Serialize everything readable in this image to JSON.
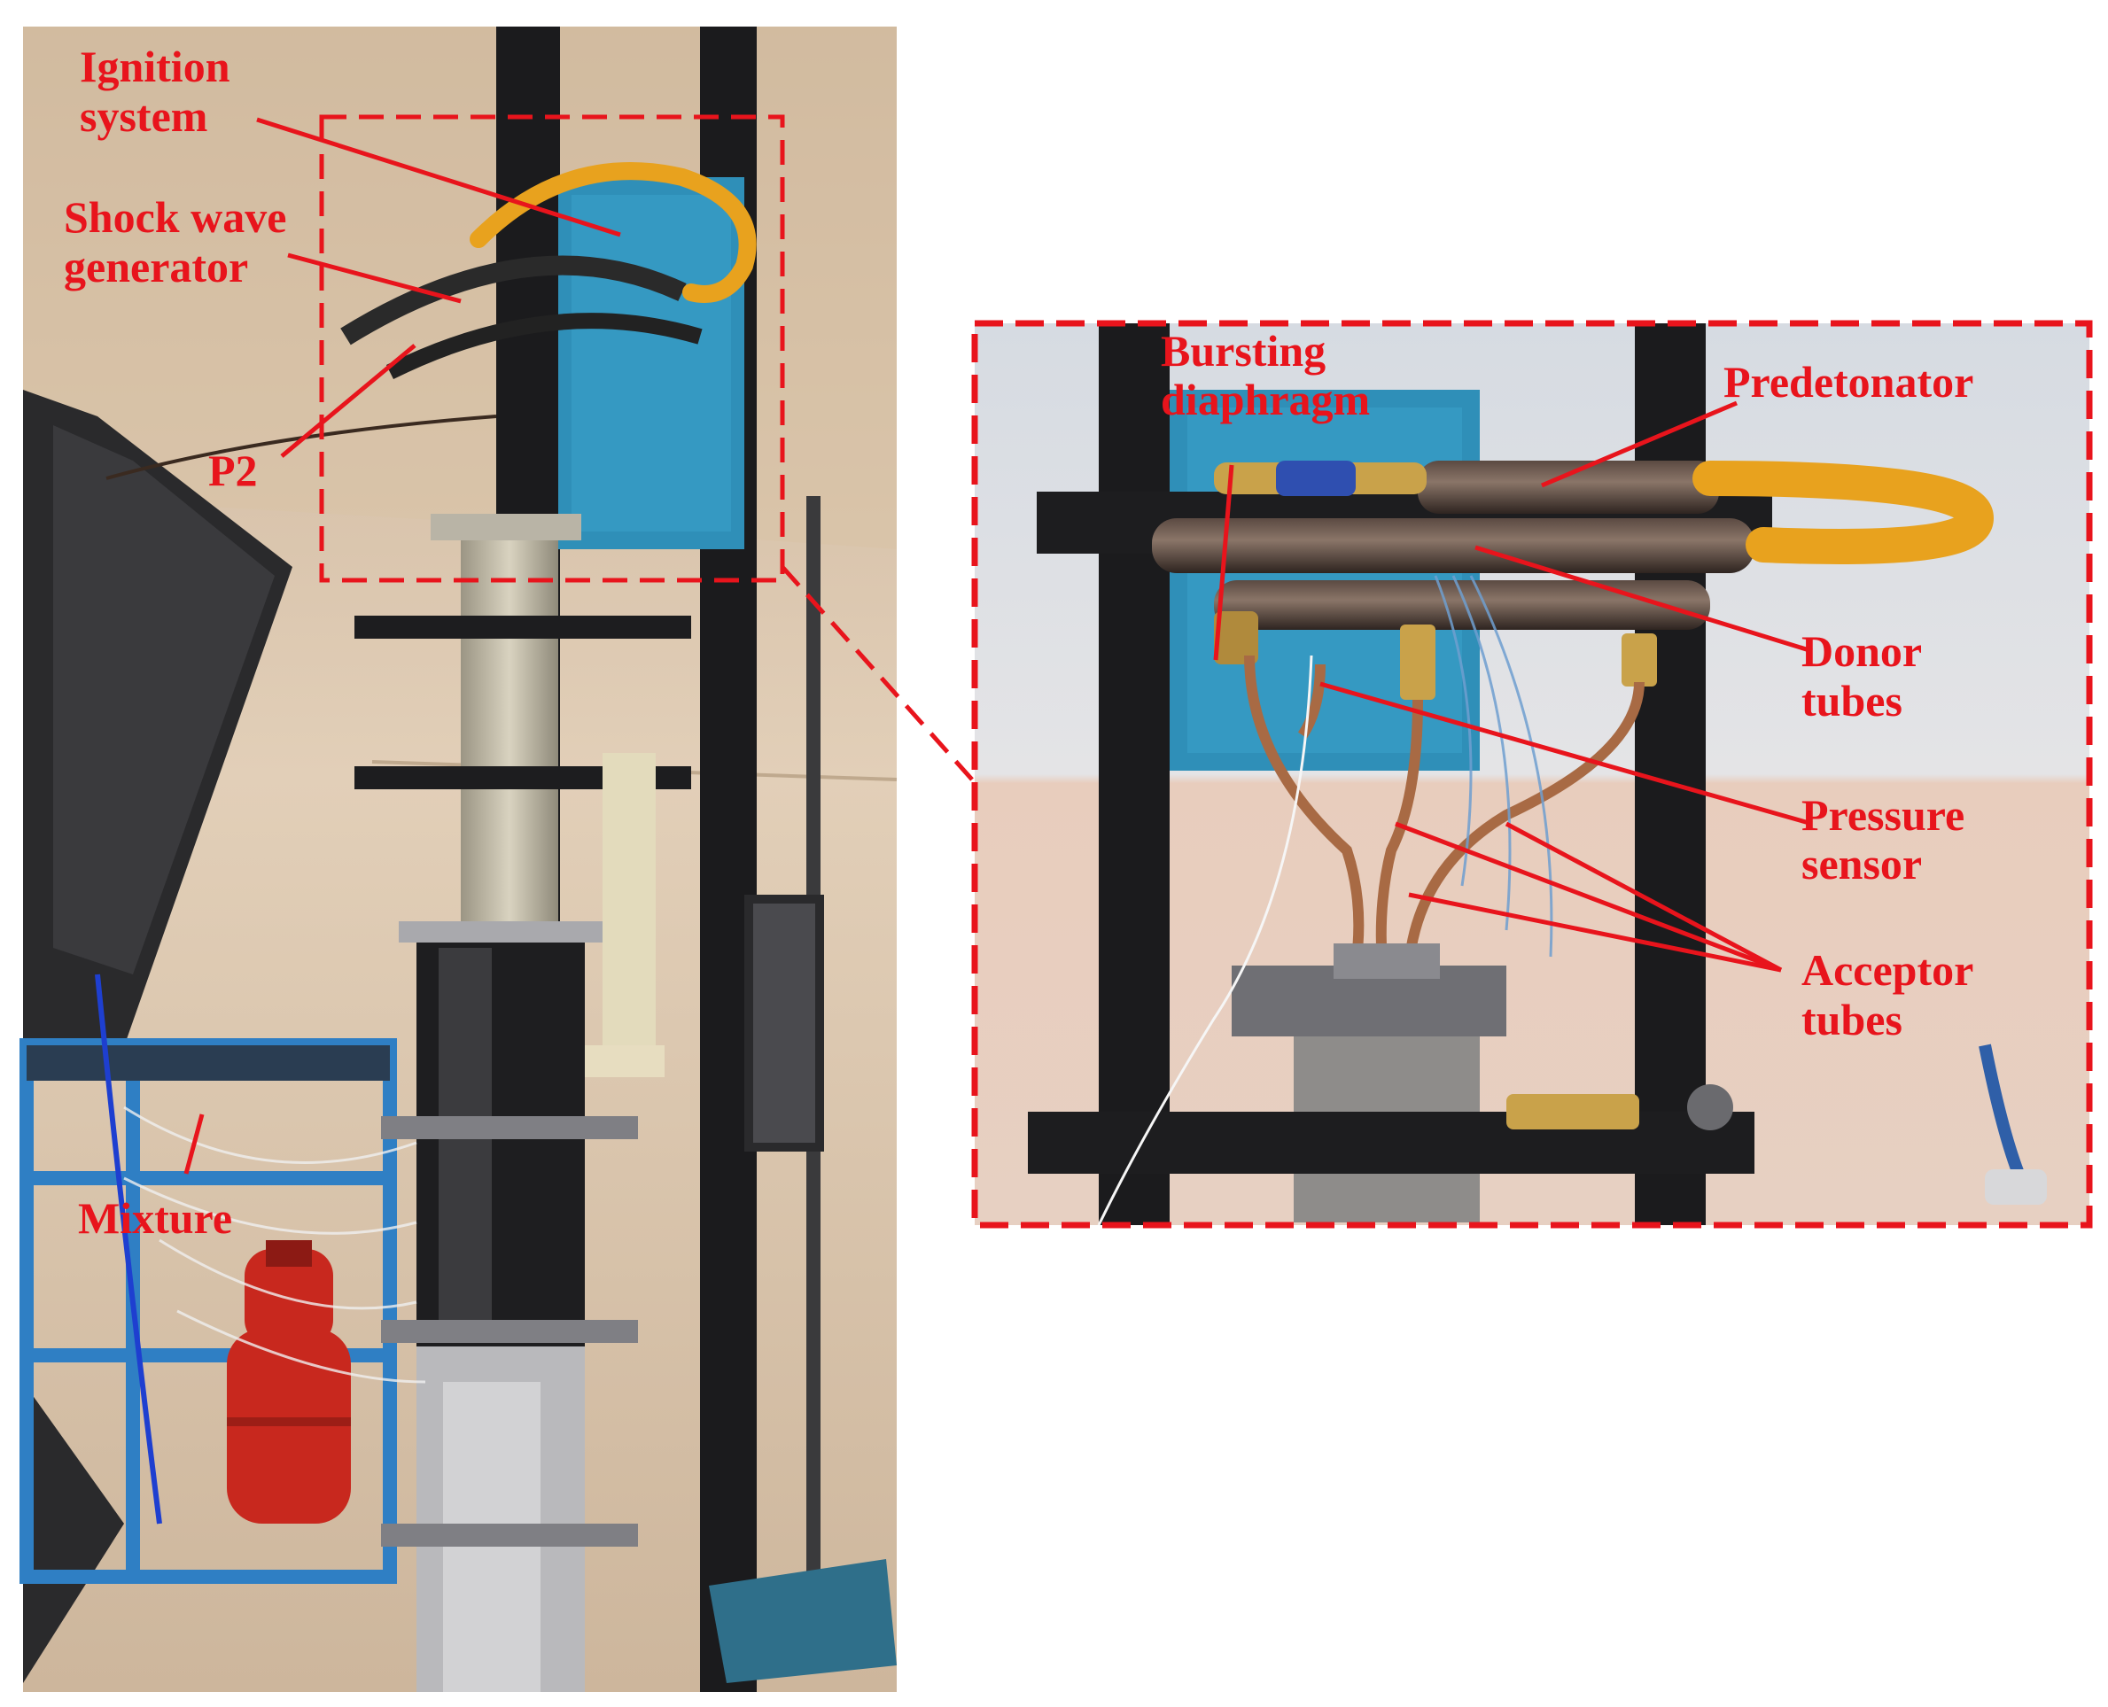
{
  "colors": {
    "annotation_red": "#e8141c",
    "wall_beige": "#d8c3a9",
    "frame_black": "#1b1b1d",
    "cabinet_blue": "#2f8fb8",
    "hose_yellow": "#e8a21e",
    "copper": "#a86a44",
    "cylinder_red": "#c8281e",
    "rack_blue": "#2f7fc4"
  },
  "labels": {
    "ignition_line1": "Ignition",
    "ignition_line2": "system",
    "shock_line1": "Shock wave",
    "shock_line2": "generator",
    "p2": "P2",
    "mixture": "Mixture",
    "bursting_line1": "Bursting",
    "bursting_line2": "diaphragm",
    "predetonator": "Predetonator",
    "donor_line1": "Donor",
    "donor_line2": "tubes",
    "pressure_line1": "Pressure",
    "pressure_line2": "sensor",
    "acceptor_line1": "Acceptor",
    "acceptor_line2": "tubes"
  },
  "icons": {
    "photo_left": "experimental-rig-photo",
    "photo_right": "zoomed-detail-photo"
  }
}
